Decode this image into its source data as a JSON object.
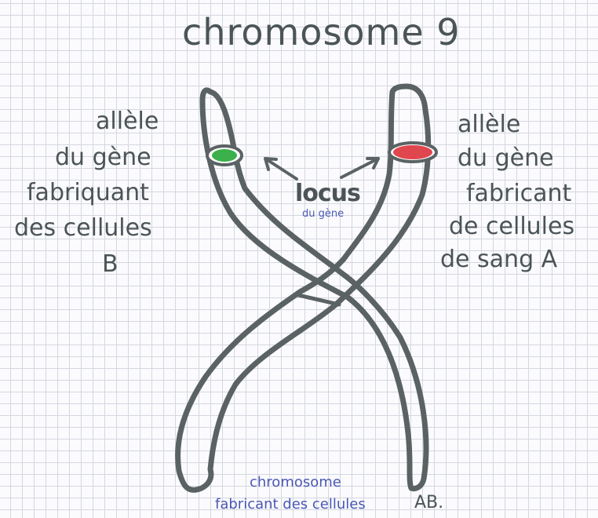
{
  "title": "chromosome 9",
  "left_label": {
    "line1": "allèle",
    "line2": "du gène",
    "line3": "fabriquant",
    "line4": "des cellules",
    "line5": "B"
  },
  "right_label": {
    "line1": "allèle",
    "line2": "du gène",
    "line3": "fabricant",
    "line4": "de cellules",
    "line5": "de sang A"
  },
  "center_label": {
    "main": "locus",
    "sub": "du gène"
  },
  "bottom_caption": {
    "line1": "chromosome",
    "line2": "fabricant des cellules",
    "emphasis": "AB."
  },
  "colors": {
    "ink": "#4b5456",
    "blue_ink": "#4a58b4",
    "allele_left": "#3cb04a",
    "allele_right": "#e0464e"
  }
}
